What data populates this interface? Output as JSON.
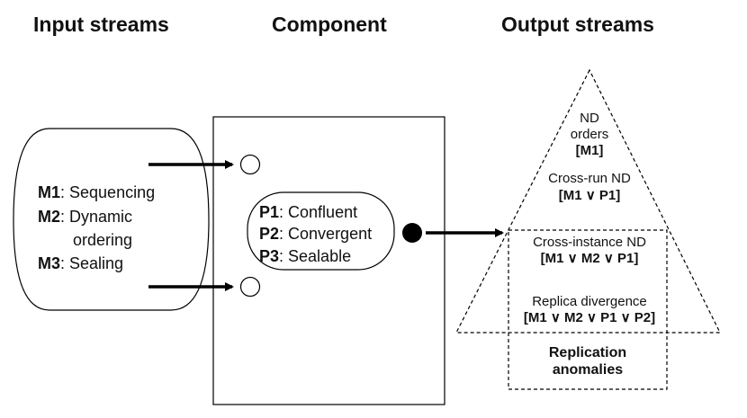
{
  "headings": {
    "input": "Input streams",
    "component": "Component",
    "output": "Output streams"
  },
  "input_stream_labels": [
    {
      "id": "M1",
      "text": ": Sequencing"
    },
    {
      "id": "M2",
      "text": ": Dynamic"
    },
    {
      "id": "",
      "text": "ordering"
    },
    {
      "id": "M3",
      "text": ": Sealing"
    }
  ],
  "component_properties": [
    {
      "id": "P1",
      "text": ": Confluent"
    },
    {
      "id": "P2",
      "text": ": Convergent"
    },
    {
      "id": "P3",
      "text": ": Sealable"
    }
  ],
  "output_levels": {
    "nd_orders": {
      "line1": "ND",
      "line2": "orders",
      "cond": "[M1]"
    },
    "cross_run": {
      "label": "Cross-run ND",
      "cond": "[M1 ∨ P1]"
    },
    "cross_instance": {
      "label": "Cross-instance ND",
      "cond": "[M1 ∨ M2 ∨ P1]"
    },
    "replica_divergence": {
      "label": "Replica divergence",
      "cond": "[M1 ∨ M2 ∨ P1 ∨ P2]"
    }
  },
  "replication_anomalies": {
    "line1": "Replication",
    "line2": "anomalies"
  }
}
